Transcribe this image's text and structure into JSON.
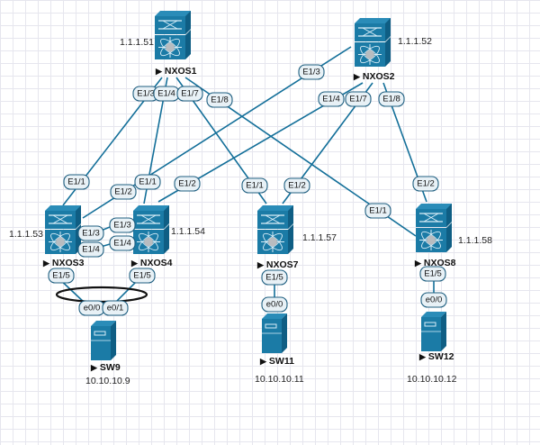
{
  "colors": {
    "link": "#136f99",
    "device": "#1b7ba6",
    "device_dark": "#0f5e84",
    "port_fill": "#e8f1f6"
  },
  "nodes": {
    "nxos1": {
      "name": "NXOS1",
      "ip": "1.1.1.51",
      "type": "nexus-switch-icon"
    },
    "nxos2": {
      "name": "NXOS2",
      "ip": "1.1.1.52",
      "type": "nexus-switch-icon"
    },
    "nxos3": {
      "name": "NXOS3",
      "ip": "1.1.1.53",
      "type": "nexus-switch-icon"
    },
    "nxos4": {
      "name": "NXOS4",
      "ip": "1.1.1.54",
      "type": "nexus-switch-icon"
    },
    "nxos7": {
      "name": "NXOS7",
      "ip": "1.1.1.57",
      "type": "nexus-switch-icon"
    },
    "nxos8": {
      "name": "NXOS8",
      "ip": "1.1.1.58",
      "type": "nexus-switch-icon"
    },
    "sw9": {
      "name": "SW9",
      "ip": "10.10.10.9",
      "type": "server-icon"
    },
    "sw11": {
      "name": "SW11",
      "ip": "10.10.10.11",
      "type": "server-icon"
    },
    "sw12": {
      "name": "SW12",
      "ip": "10.10.10.12",
      "type": "server-icon"
    }
  },
  "links": [
    {
      "a": "NXOS1",
      "a_port": "E1/3",
      "b": "NXOS3",
      "b_port": "E1/1"
    },
    {
      "a": "NXOS1",
      "a_port": "E1/4",
      "b": "NXOS4",
      "b_port": "E1/1"
    },
    {
      "a": "NXOS1",
      "a_port": "E1/7",
      "b": "NXOS7",
      "b_port": "E1/1"
    },
    {
      "a": "NXOS1",
      "a_port": "E1/8",
      "b": "NXOS8",
      "b_port": "E1/1"
    },
    {
      "a": "NXOS2",
      "a_port": "E1/3",
      "b": "NXOS3",
      "b_port": "E1/2"
    },
    {
      "a": "NXOS2",
      "a_port": "E1/4",
      "b": "NXOS4",
      "b_port": "E1/2"
    },
    {
      "a": "NXOS2",
      "a_port": "E1/7",
      "b": "NXOS7",
      "b_port": "E1/2"
    },
    {
      "a": "NXOS2",
      "a_port": "E1/8",
      "b": "NXOS8",
      "b_port": "E1/2"
    },
    {
      "a": "NXOS3",
      "a_port": "E1/3",
      "b": "NXOS4",
      "b_port": "E1/3"
    },
    {
      "a": "NXOS3",
      "a_port": "E1/4",
      "b": "NXOS4",
      "b_port": "E1/4"
    },
    {
      "a": "NXOS3",
      "a_port": "E1/5",
      "b": "SW9",
      "b_port": "e0/0"
    },
    {
      "a": "NXOS4",
      "a_port": "E1/5",
      "b": "SW9",
      "b_port": "e0/1"
    },
    {
      "a": "NXOS7",
      "a_port": "E1/5",
      "b": "SW11",
      "b_port": "e0/0"
    },
    {
      "a": "NXOS8",
      "a_port": "E1/5",
      "b": "SW12",
      "b_port": "e0/0"
    }
  ],
  "port_labels": {
    "nxos1_e13": "E1/3",
    "nxos1_e14": "E1/4",
    "nxos1_e17": "E1/7",
    "nxos1_e18": "E1/8",
    "nxos2_e13": "E1/3",
    "nxos2_e14": "E1/4",
    "nxos2_e17": "E1/7",
    "nxos2_e18": "E1/8",
    "nxos3_e11": "E1/1",
    "nxos3_e12": "E1/2",
    "nxos3_e13": "E1/3",
    "nxos3_e14": "E1/4",
    "nxos3_e15": "E1/5",
    "nxos4_e11": "E1/1",
    "nxos4_e12": "E1/2",
    "nxos4_e13": "E1/3",
    "nxos4_e14": "E1/4",
    "nxos4_e15": "E1/5",
    "nxos7_e11": "E1/1",
    "nxos7_e12": "E1/2",
    "nxos7_e15": "E1/5",
    "nxos8_e11": "E1/1",
    "nxos8_e12": "E1/2",
    "nxos8_e15": "E1/5",
    "sw9_e00": "e0/0",
    "sw9_e01": "e0/1",
    "sw11_e00": "e0/0",
    "sw12_e00": "e0/0"
  },
  "node_marker": "▶"
}
